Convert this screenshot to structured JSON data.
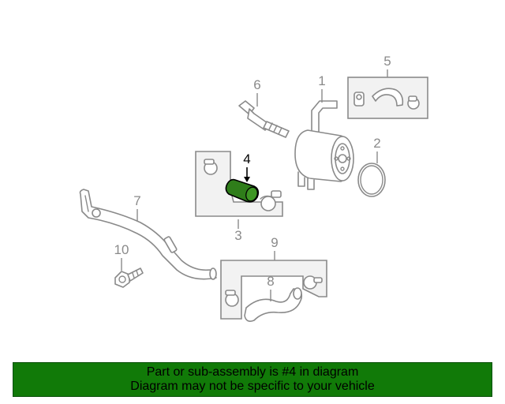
{
  "diagram": {
    "highlight_color": "#2f7d1a",
    "callouts": [
      {
        "number": "1"
      },
      {
        "number": "2"
      },
      {
        "number": "3"
      },
      {
        "number": "4",
        "highlighted": true
      },
      {
        "number": "5"
      },
      {
        "number": "6"
      },
      {
        "number": "7"
      },
      {
        "number": "8"
      },
      {
        "number": "9"
      },
      {
        "number": "10"
      }
    ]
  },
  "banner": {
    "background": "#117a08",
    "line1": "Part or sub-assembly is #4 in diagram",
    "line2": "Diagram may not be specific to your vehicle"
  }
}
